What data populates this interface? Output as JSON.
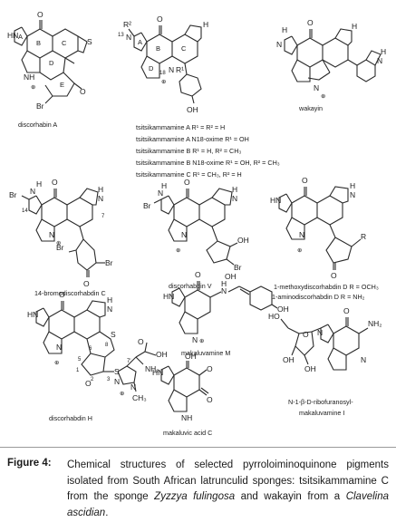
{
  "compounds": {
    "discorhabin_a": "discorhabin A",
    "tsitsi_1": "tsitsikammamine A R¹ = R² = H",
    "tsitsi_2": "tsitsikammamine A N18-oxime R¹ = OH",
    "tsitsi_3": "tsitsikammamine B R¹ = H, R² = CH₃",
    "tsitsi_4": "tsitsikammamine B N18-oxime R¹ = OH, R² = CH₃",
    "tsitsi_5": "tsitsikammamine C R¹ = CH₃, R² = H",
    "wakayin": "wakayin",
    "bromo_disc_c": "14-bromodiscorhabdin C",
    "disc_v": "discorhabdin V",
    "methoxy_disc_d": "1-methoxydiscorhabdin D R = OCH₃",
    "amino_disc_d": "1-aminodiscorhabdin D R = NH₂",
    "disc_h": "discorhabdin H",
    "makaluvamine_m": "makaluvamine M",
    "makaluvic_acid_c": "makaluvic acid C",
    "ribo_1": "N-1-β-D-ribofuranosyl-",
    "ribo_2": "makaluvamine I"
  },
  "atoms": {
    "O": "O",
    "N": "N",
    "H": "H",
    "NH": "NH",
    "HN": "HN",
    "HO": "HO",
    "OH": "OH",
    "S": "S",
    "Br": "Br",
    "NH2": "NH₂",
    "R": "R",
    "R1": "R¹",
    "R2": "R²",
    "Me": "CH₃",
    "plus": "⊕"
  },
  "ring_letters": {
    "A": "A",
    "B": "B",
    "C": "C",
    "D": "D",
    "E": "E"
  },
  "numbers": {
    "n13": "13",
    "n18": "18",
    "n14": "14",
    "n7": "7",
    "n8": "8",
    "n6": "6",
    "n5": "5",
    "n1": "1",
    "n2": "2",
    "n3": "3",
    "n7p": "7'"
  },
  "caption": {
    "label": "Figure 4:",
    "text_1": "Chemical structures of selected pyrroloiminoquinone pigments isolated from South African latrunculid sponges: tsitsikammamine C from the sponge ",
    "species_1": "Zyzzya fulingosa",
    "text_2": " and wakayin from a ",
    "species_2": "Clavelina ascidian",
    "text_3": "."
  }
}
